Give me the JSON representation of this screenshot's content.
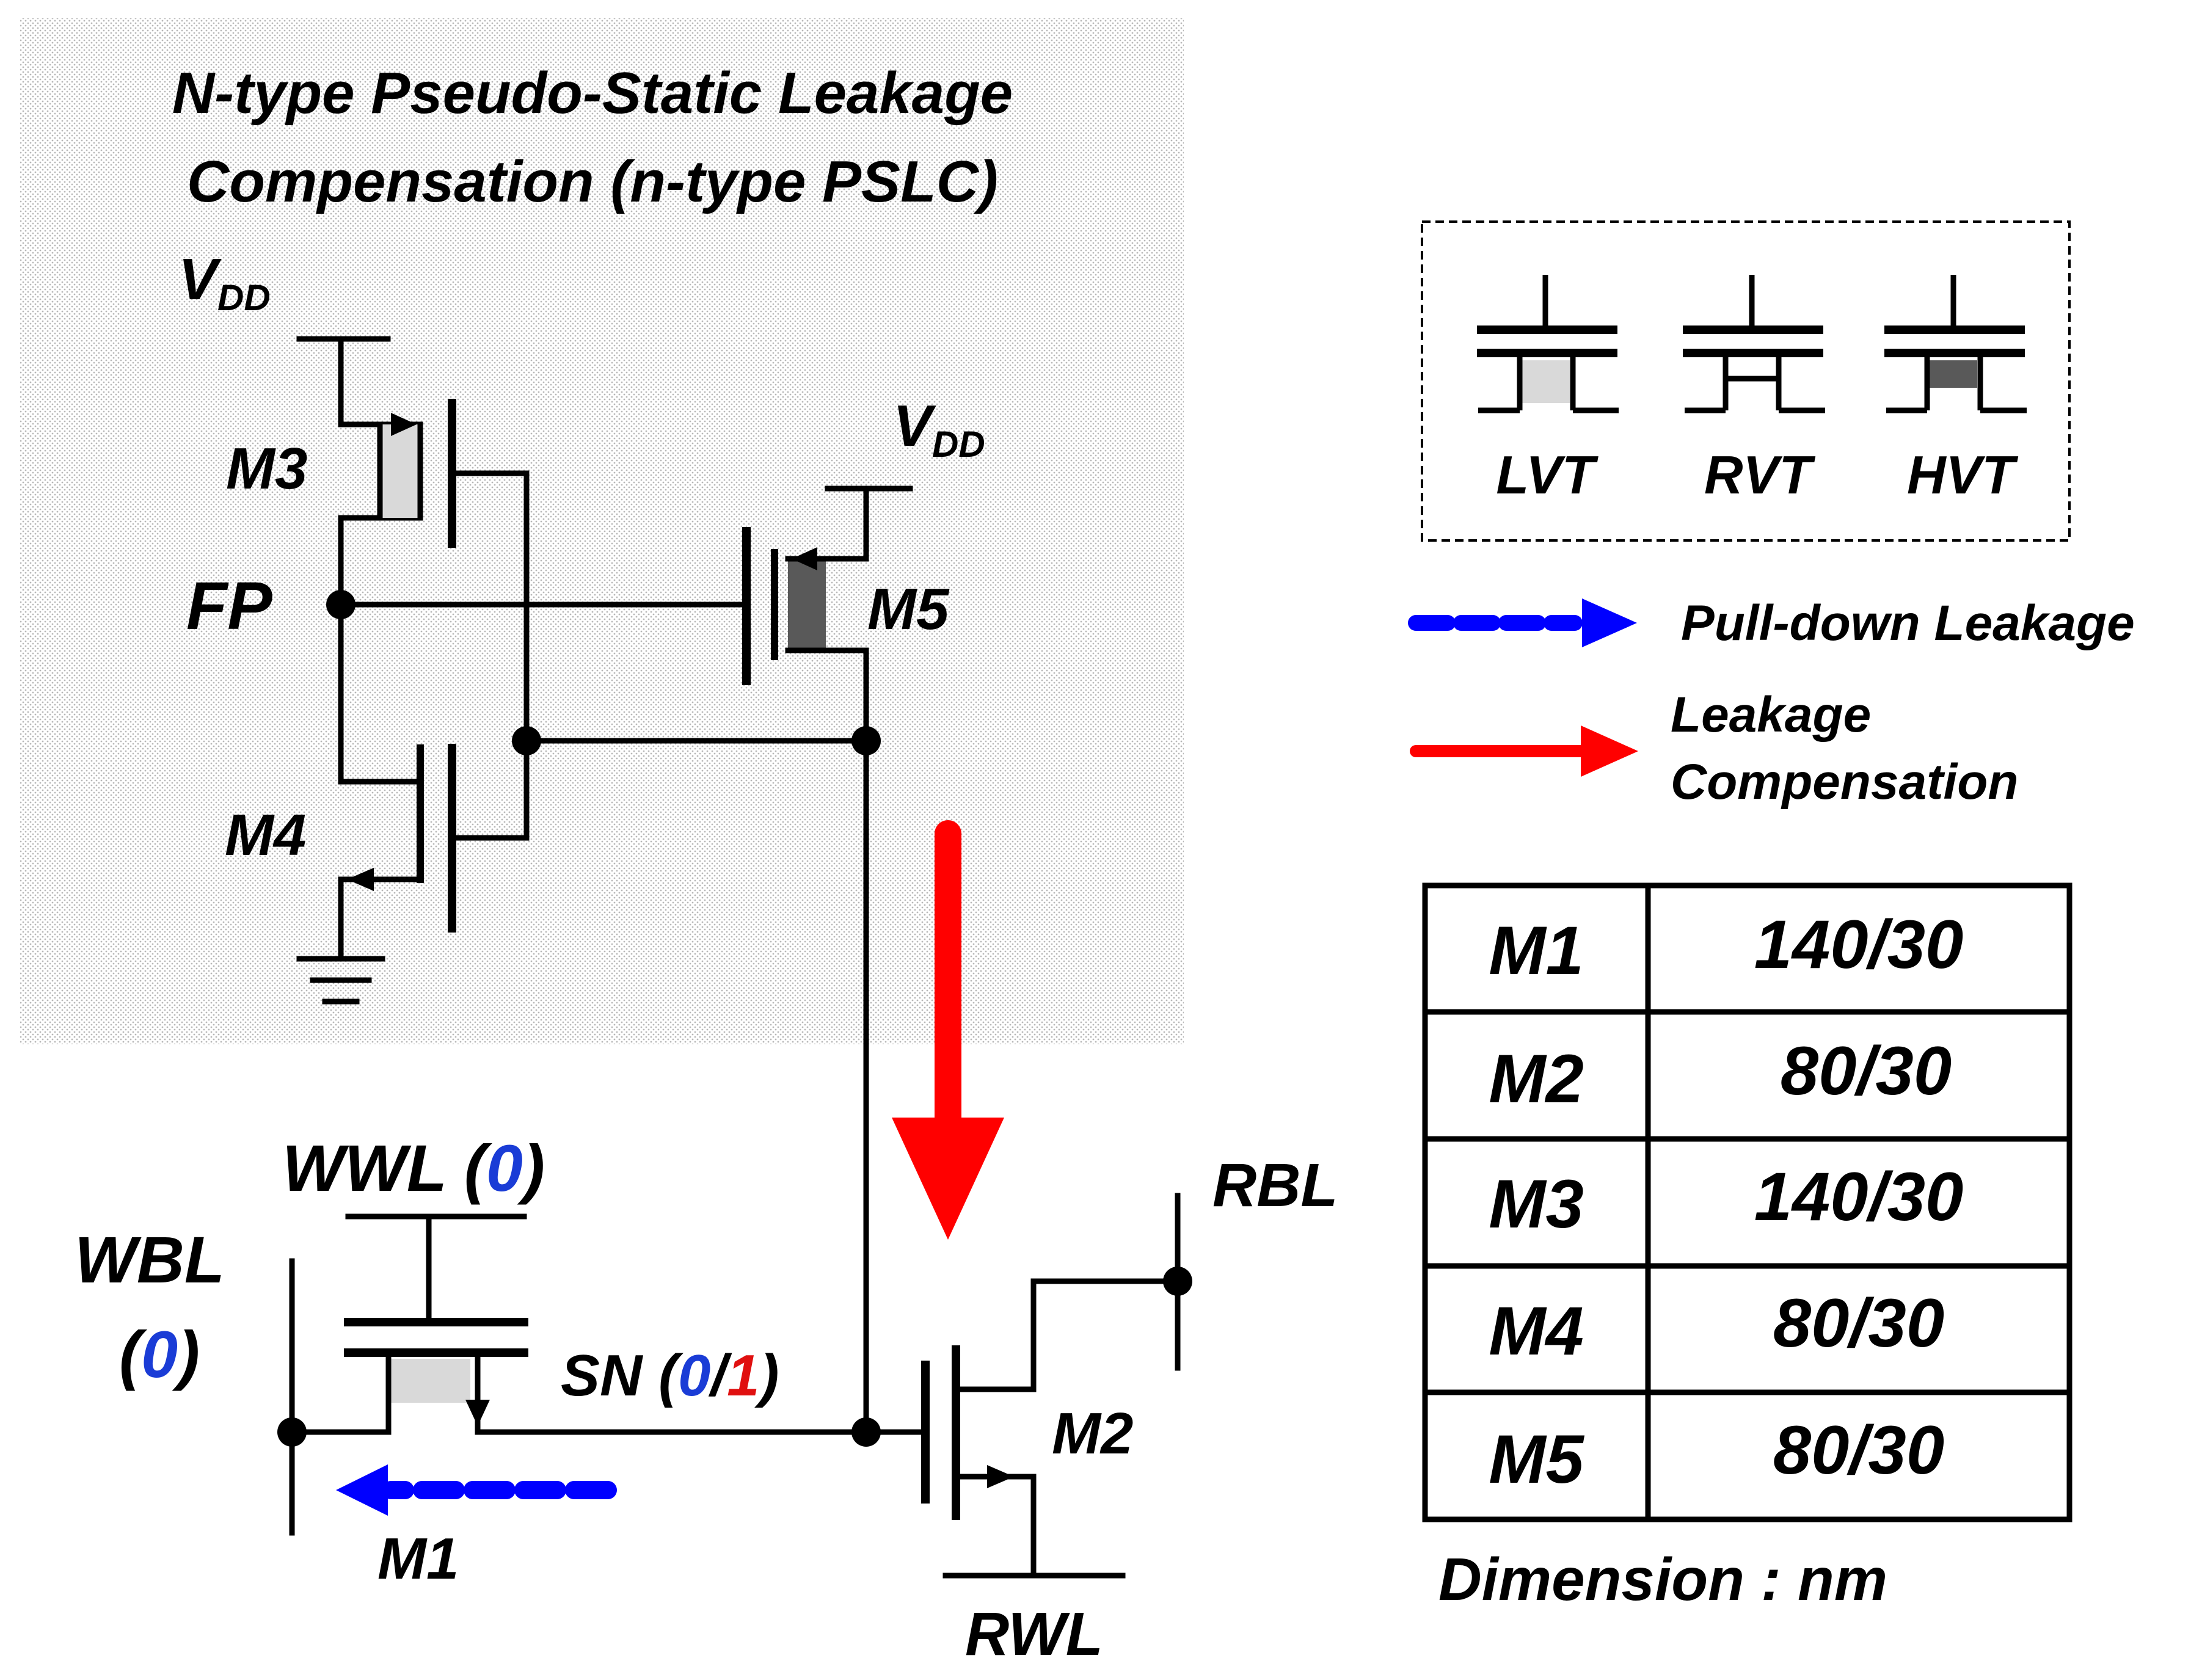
{
  "title": {
    "line1": "N-type Pseudo-Static Leakage",
    "line2": "Compensation (n-type PSLC)"
  },
  "nodes": {
    "vdd_left": {
      "main": "V",
      "sub": "DD"
    },
    "vdd_right": {
      "main": "V",
      "sub": "DD"
    },
    "fp": "FP",
    "wbl": "WBL",
    "wbl_value": {
      "open": "(",
      "value": "0",
      "close": ")"
    },
    "wwl": "WWL",
    "wwl_value": {
      "open": "(",
      "value": "0",
      "close": ")"
    },
    "sn": "SN",
    "sn_value": {
      "open": "(",
      "value0": "0",
      "slash": "/",
      "value1": "1",
      "close": ")"
    },
    "rbl": "RBL",
    "rwl": "RWL"
  },
  "transistors": {
    "m1": "M1",
    "m2": "M2",
    "m3": "M3",
    "m4": "M4",
    "m5": "M5"
  },
  "vt_legend": {
    "lvt": "LVT",
    "rvt": "RVT",
    "hvt": "HVT",
    "lvt_fill": "#d9d9d9",
    "rvt_fill": "#ffffff",
    "hvt_fill": "#595959"
  },
  "arrow_legend": {
    "pulldown": "Pull-down Leakage",
    "compensation_line1": "Leakage",
    "compensation_line2": "Compensation",
    "pulldown_color": "#0000ff",
    "compensation_color": "#ff0000"
  },
  "dimension_table": {
    "rows": [
      {
        "device": "M1",
        "size": "140/30"
      },
      {
        "device": "M2",
        "size": "80/30"
      },
      {
        "device": "M3",
        "size": "140/30"
      },
      {
        "device": "M4",
        "size": "80/30"
      },
      {
        "device": "M5",
        "size": "80/30"
      }
    ],
    "caption": "Dimension : nm"
  },
  "colors": {
    "shaded_region": "#dcdcdc",
    "value_blue": "#1a3cd6",
    "value_red": "#e01010"
  }
}
